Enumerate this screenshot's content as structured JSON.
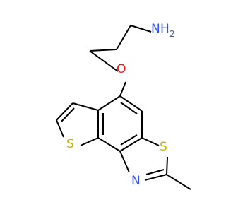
{
  "molecule": {
    "atoms": {
      "n_amine": {
        "symbol": "N",
        "suffix": "H",
        "subscript": "2"
      },
      "o_ether": {
        "symbol": "O"
      },
      "s_thiophene": {
        "symbol": "S"
      },
      "s_thiazole": {
        "symbol": "S"
      },
      "n_thiazole": {
        "symbol": "N"
      }
    }
  },
  "colors": {
    "bond": "#000000",
    "nitrogen": "#3050F8",
    "oxygen": "#FF0D0D",
    "sulfur": "#C8B400"
  }
}
